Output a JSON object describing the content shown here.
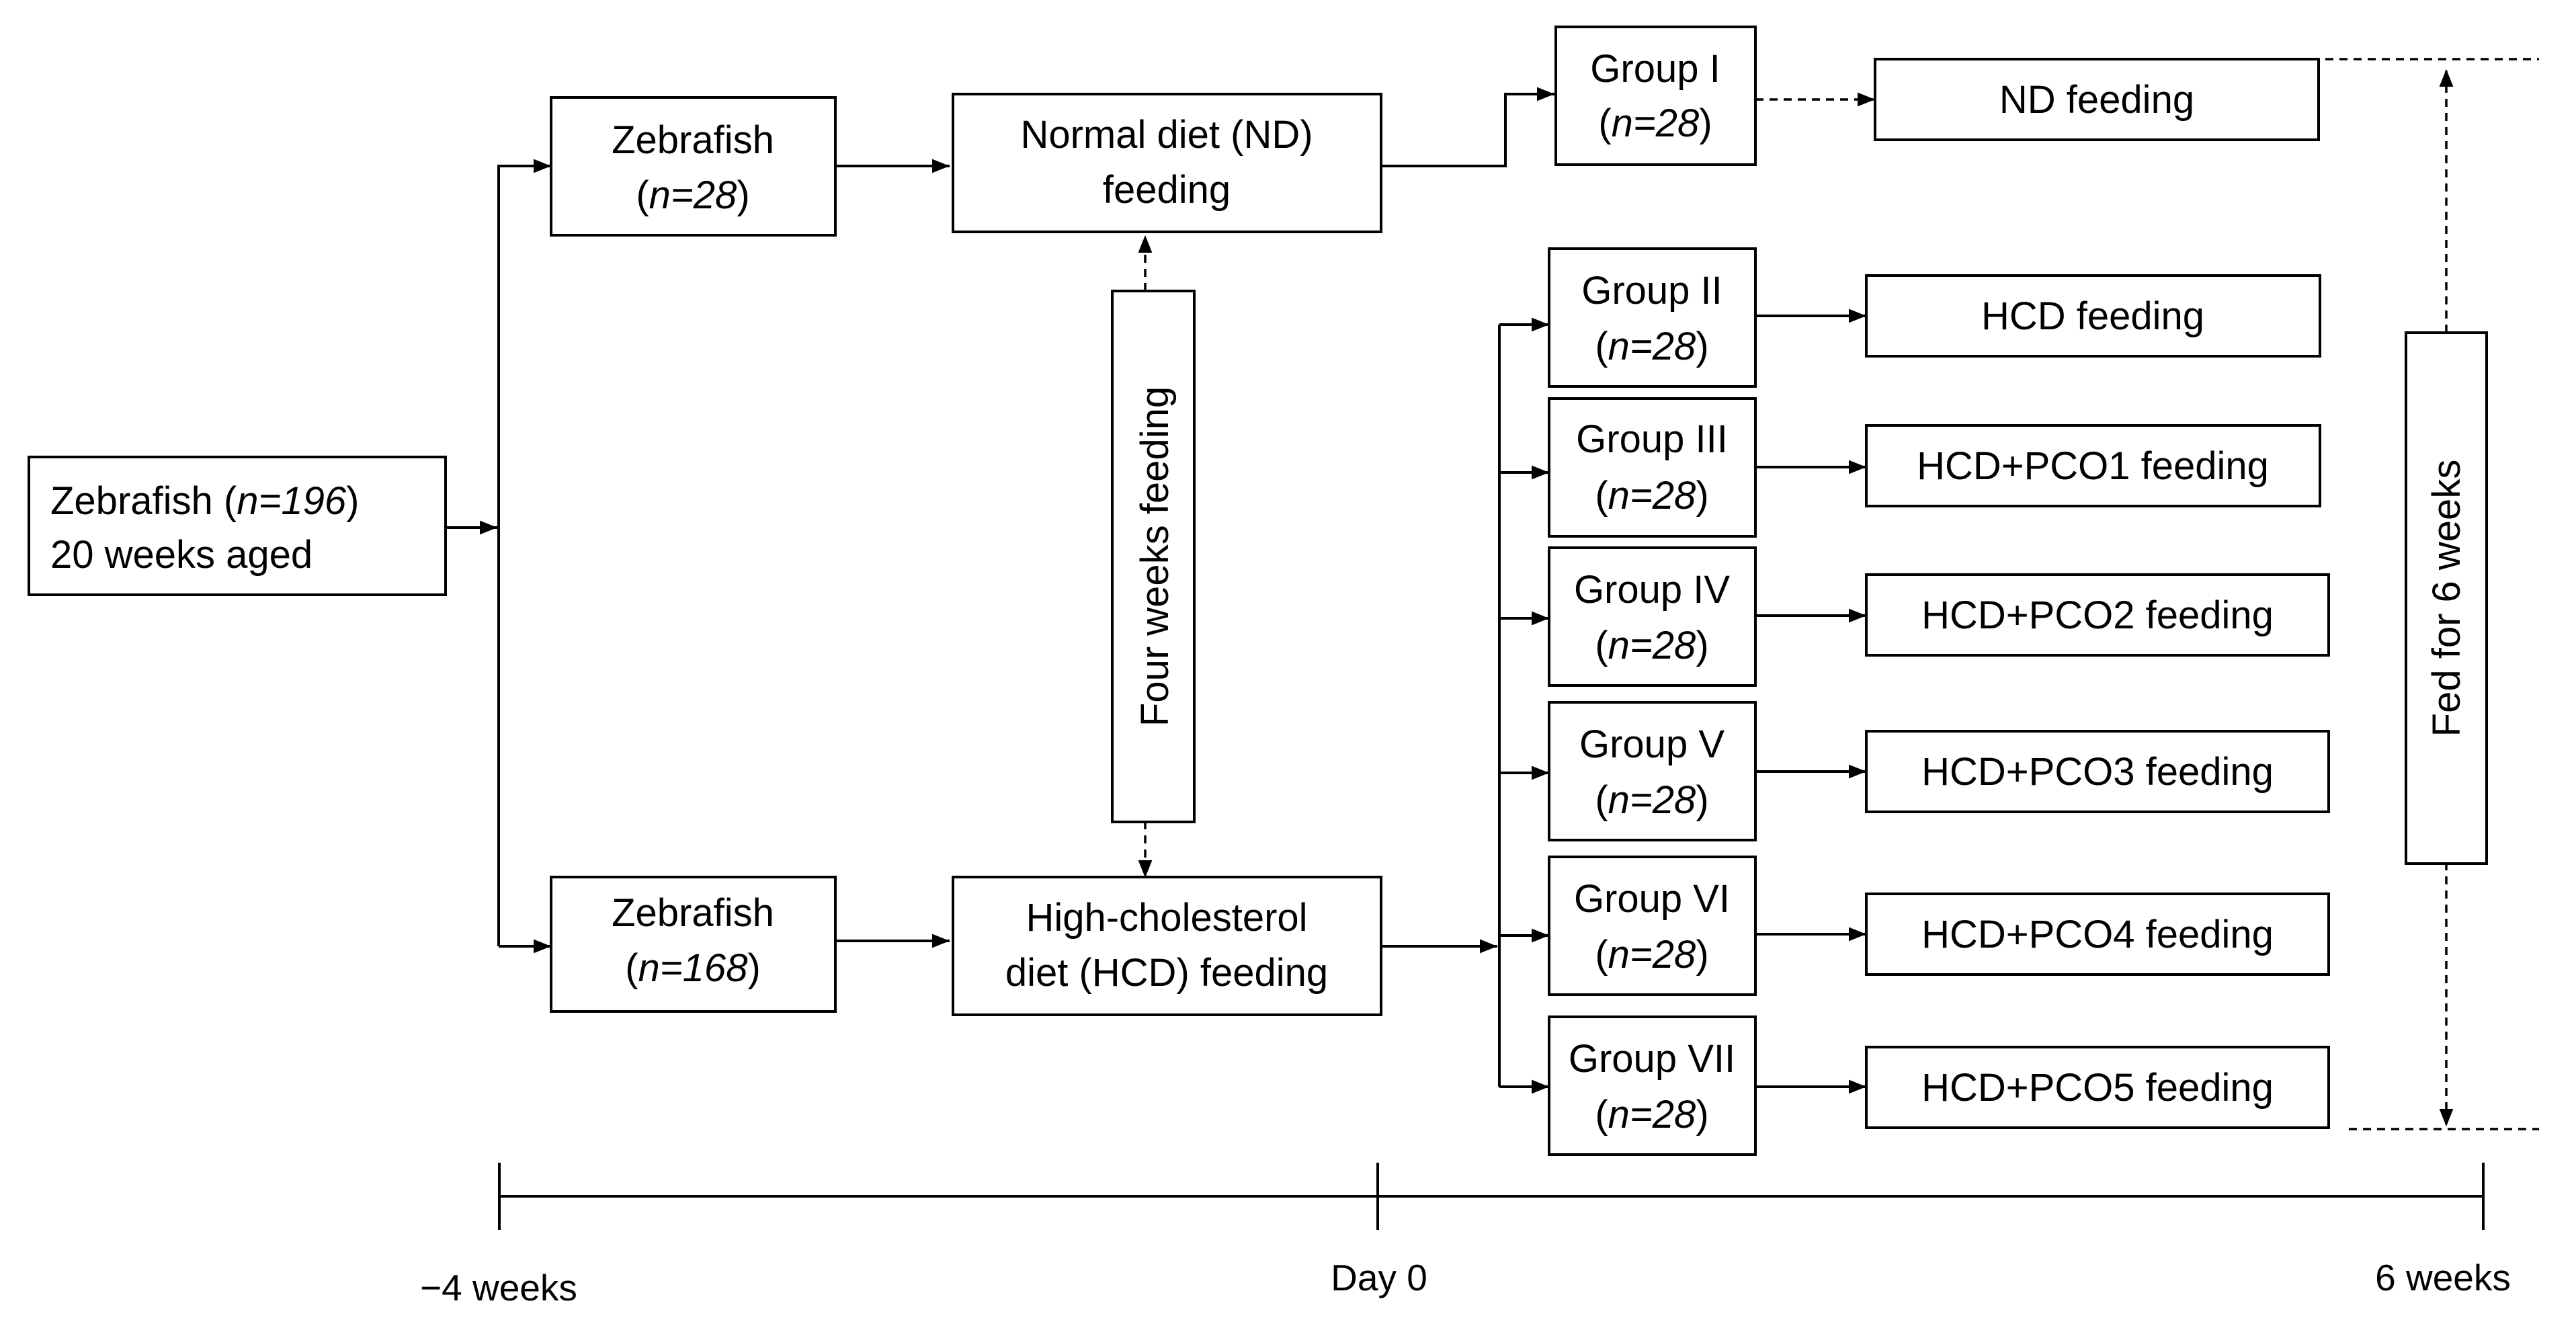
{
  "start": {
    "line1_a": "Zebrafish (",
    "line1_n": "n=196",
    "line1_b": ")",
    "line2": "20 weeks aged"
  },
  "zebra_nd": {
    "line1": "Zebrafish",
    "n_a": "(",
    "n": "n=28",
    "n_b": ")"
  },
  "zebra_hcd": {
    "line1": "Zebrafish",
    "n_a": "(",
    "n": "n=168",
    "n_b": ")"
  },
  "normal_diet": {
    "line1": "Normal diet (ND)",
    "line2": "feeding"
  },
  "hcd_diet": {
    "line1": "High-cholesterol",
    "line2": "diet (HCD) feeding"
  },
  "four_weeks": "Four weeks feeding",
  "fed_six_weeks": "Fed for 6 weeks",
  "n_prefix": "(",
  "n_value": "n=28",
  "n_suffix": ")",
  "groups": [
    {
      "name": "Group I",
      "feeding": "ND feeding"
    },
    {
      "name": "Group II",
      "feeding": "HCD feeding"
    },
    {
      "name": "Group III",
      "feeding": "HCD+PCO1 feeding"
    },
    {
      "name": "Group IV",
      "feeding": "HCD+PCO2 feeding"
    },
    {
      "name": "Group V",
      "feeding": "HCD+PCO3 feeding"
    },
    {
      "name": "Group VI",
      "feeding": "HCD+PCO4 feeding"
    },
    {
      "name": "Group VII",
      "feeding": "HCD+PCO5 feeding"
    }
  ],
  "timeline": {
    "start": "−4 weeks",
    "middle": "Day 0",
    "end": "6 weeks"
  }
}
